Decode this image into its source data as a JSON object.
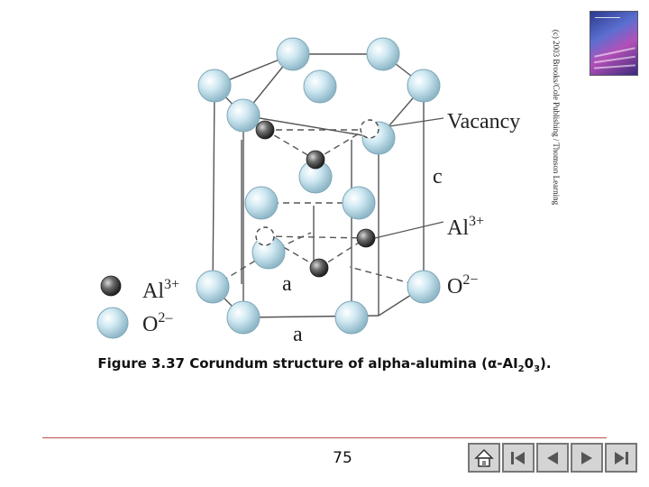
{
  "diagram": {
    "labels": {
      "vacancy": "Vacancy",
      "c_axis": "c",
      "a_axis_inner": "a",
      "a_axis_bottom": "a",
      "al_pointer": {
        "text": "Al",
        "sup": "3+"
      },
      "o_pointer": {
        "text": "O",
        "sup": "2−"
      }
    },
    "legend": [
      {
        "symbol": "al-ion",
        "text": "Al",
        "sup": "3+"
      },
      {
        "symbol": "o-ion",
        "text": "O",
        "sup": "2–"
      }
    ],
    "colors": {
      "oxygen": "#bfe0ec",
      "aluminum": "#4a4a4a",
      "line": "#555555"
    }
  },
  "caption": {
    "prefix": "Figure 3.37  Corundum structure of alpha-alumina (",
    "alpha": "α",
    "formula_a": "-AI",
    "sub1": "2",
    "formula_b": "0",
    "sub2": "3",
    "suffix": ")."
  },
  "copyright": "(c) 2003 Brooks/Cole Publishing / Thomson Learning",
  "page_number": "75",
  "nav": {
    "buttons": [
      {
        "icon": "home-icon"
      },
      {
        "icon": "first-page-icon"
      },
      {
        "icon": "previous-page-icon"
      },
      {
        "icon": "next-page-icon"
      },
      {
        "icon": "last-page-icon"
      }
    ]
  }
}
